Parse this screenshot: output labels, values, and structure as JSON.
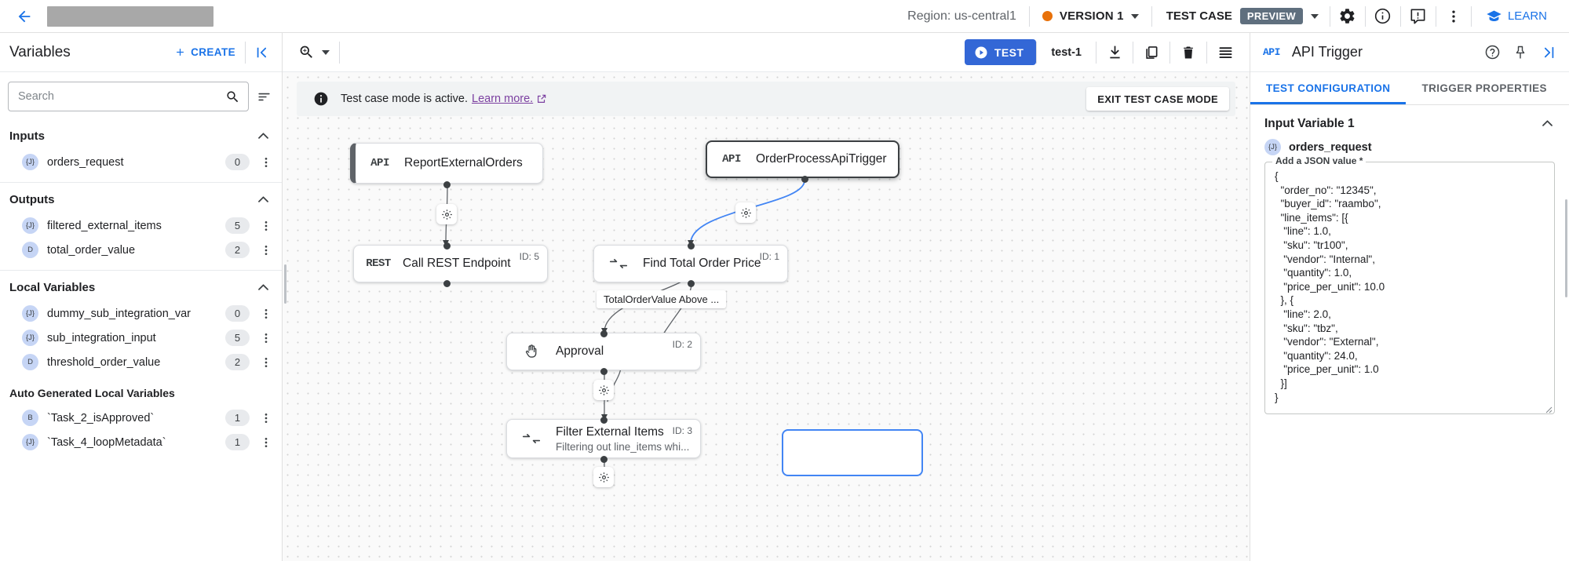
{
  "header": {
    "back_icon": "arrow-left-icon",
    "title_redacted": "",
    "region": "Region: us-central1",
    "version": "VERSION 1",
    "test_case_label": "TEST CASE",
    "preview_badge": "PREVIEW",
    "settings_icon": "gear-icon",
    "info_icon": "info-icon",
    "feedback_icon": "feedback-icon",
    "more_icon": "more-vert-icon",
    "learn_label": "LEARN",
    "accent_blue": "#1a73e8",
    "version_dot_color": "#e8710a"
  },
  "sidebar": {
    "title": "Variables",
    "create_label": "CREATE",
    "collapse_icon": "collapse-left-icon",
    "search_placeholder": "Search",
    "search_value": "",
    "sort_icon": "sort-icon",
    "sections": [
      {
        "title": "Inputs",
        "items": [
          {
            "type": "{J}",
            "name": "orders_request",
            "count": "0"
          }
        ]
      },
      {
        "title": "Outputs",
        "items": [
          {
            "type": "{J}",
            "name": "filtered_external_items",
            "count": "5"
          },
          {
            "type": "D",
            "name": "total_order_value",
            "count": "2"
          }
        ]
      },
      {
        "title": "Local Variables",
        "items": [
          {
            "type": "{J}",
            "name": "dummy_sub_integration_var",
            "count": "0"
          },
          {
            "type": "{J}",
            "name": "sub_integration_input",
            "count": "5"
          },
          {
            "type": "D",
            "name": "threshold_order_value",
            "count": "2"
          }
        ]
      },
      {
        "title": "Auto Generated Local Variables",
        "items": [
          {
            "type": "B",
            "name": "`Task_2_isApproved`",
            "count": "1"
          },
          {
            "type": "{J}",
            "name": "`Task_4_loopMetadata`",
            "count": "1"
          }
        ]
      }
    ]
  },
  "canvas_toolbar": {
    "zoom_icon": "zoom-in-icon",
    "test_label": "TEST",
    "test_case_name": "test-1",
    "download_icon": "download-icon",
    "copy_icon": "copy-icon",
    "delete_icon": "delete-icon",
    "list_icon": "list-icon"
  },
  "banner": {
    "info_icon": "info-filled-icon",
    "message": "Test case mode is active.",
    "link_text": "Learn more.",
    "external_icon": "open-in-new-icon",
    "exit_label": "EXIT TEST CASE MODE",
    "link_color": "#7b3fa0"
  },
  "flow": {
    "nodes": [
      {
        "id": "",
        "icon": "API",
        "title": "ReportExternalOrders",
        "subtitle": "",
        "kind": "trigger"
      },
      {
        "id": "",
        "icon": "API",
        "title": "OrderProcessApiTrigger",
        "subtitle": "",
        "kind": "trigger-selected"
      },
      {
        "id": "ID: 5",
        "icon": "REST",
        "title": "Call REST Endpoint",
        "subtitle": "",
        "kind": "task"
      },
      {
        "id": "ID: 1",
        "icon": "mapping-icon",
        "title": "Find Total Order Price",
        "subtitle": "",
        "kind": "task"
      },
      {
        "id": "ID: 2",
        "icon": "hand-icon",
        "title": "Approval",
        "subtitle": "",
        "kind": "task"
      },
      {
        "id": "ID: 3",
        "icon": "mapping-icon",
        "title": "Filter External Items",
        "subtitle": "Filtering out line_items whi...",
        "kind": "task"
      }
    ],
    "edge_labels": [
      {
        "text": "TotalOrderValue Above ..."
      }
    ],
    "gear_icon": "gear-edge-icon",
    "active_edge_color": "#4285f4"
  },
  "right_panel": {
    "api_tag": "API",
    "title": "API Trigger",
    "help_icon": "help-icon",
    "pin_icon": "pin-icon",
    "collapse_icon": "collapse-right-icon",
    "tabs": [
      {
        "label": "TEST CONFIGURATION",
        "active": true
      },
      {
        "label": "TRIGGER PROPERTIES",
        "active": false
      }
    ],
    "input_variable": {
      "section_title": "Input Variable 1",
      "type_badge": "{J}",
      "var_name": "orders_request",
      "field_legend": "Add a JSON value *",
      "json_value": "{\n  \"order_no\": \"12345\",\n  \"buyer_id\": \"raambo\",\n  \"line_items\": [{\n   \"line\": 1.0,\n   \"sku\": \"tr100\",\n   \"vendor\": \"Internal\",\n   \"quantity\": 1.0,\n   \"price_per_unit\": 10.0\n  }, {\n   \"line\": 2.0,\n   \"sku\": \"tbz\",\n   \"vendor\": \"External\",\n   \"quantity\": 24.0,\n   \"price_per_unit\": 1.0\n  }]\n}"
    }
  }
}
